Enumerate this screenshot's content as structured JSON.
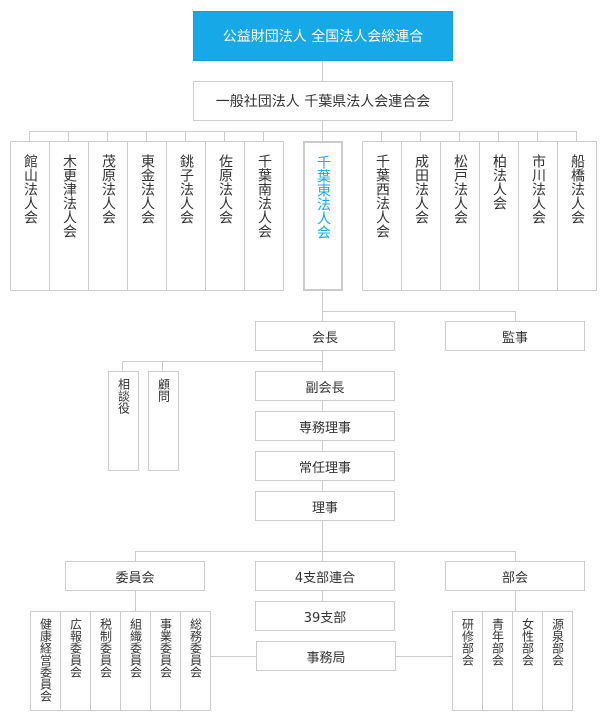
{
  "top": {
    "label": "公益財団法人 全国法人会総連合"
  },
  "prefecture": {
    "label": "一般社団法人 千葉県法人会連合会"
  },
  "left_groups": [
    {
      "label": "館山法人会"
    },
    {
      "label": "木更津法人会"
    },
    {
      "label": "茂原法人会"
    },
    {
      "label": "東金法人会"
    },
    {
      "label": "銚子法人会"
    },
    {
      "label": "佐原法人会"
    },
    {
      "label": "千葉南法人会"
    }
  ],
  "current_group": {
    "label": "千葉東法人会",
    "color": "#17a8e8"
  },
  "right_groups": [
    {
      "label": "千葉西法人会"
    },
    {
      "label": "成田法人会"
    },
    {
      "label": "松戸法人会"
    },
    {
      "label": "柏法人会"
    },
    {
      "label": "市川法人会"
    },
    {
      "label": "船橋法人会"
    }
  ],
  "officers": {
    "president": "会長",
    "auditor": "監事",
    "advisors": [
      {
        "label": "相談役"
      },
      {
        "label": "顧問"
      }
    ],
    "vice_president": "副会長",
    "executive_director": "専務理事",
    "managing_director": "常任理事",
    "director": "理事"
  },
  "committee": {
    "label": "委員会",
    "items": [
      {
        "label": "健康経営委員会"
      },
      {
        "label": "広報委員会"
      },
      {
        "label": "税制委員会"
      },
      {
        "label": "組織委員会"
      },
      {
        "label": "事業委員会"
      },
      {
        "label": "総務委員会"
      }
    ]
  },
  "branch_union": "4支部連合",
  "branches": "39支部",
  "secretariat": "事務局",
  "subcommittee": {
    "label": "部会",
    "items": [
      {
        "label": "研修部会"
      },
      {
        "label": "青年部会"
      },
      {
        "label": "女性部会"
      },
      {
        "label": "源泉部会"
      }
    ]
  }
}
